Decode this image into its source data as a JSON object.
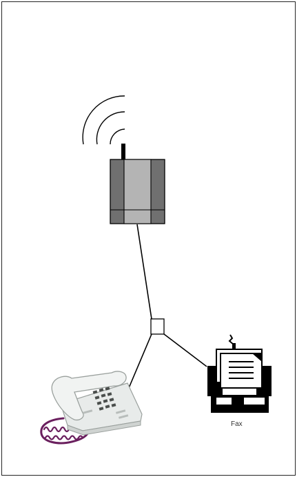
{
  "diagram": {
    "nodes": [
      {
        "id": "wireless-base-station",
        "icon": "radio-base-station-icon"
      },
      {
        "id": "junction-box",
        "icon": "junction-box-icon"
      },
      {
        "id": "telephone",
        "icon": "desk-telephone-icon"
      },
      {
        "id": "fax-machine",
        "icon": "fax-machine-icon",
        "label": "Fax"
      }
    ],
    "links": [
      {
        "from": "wireless-base-station",
        "to": "junction-box"
      },
      {
        "from": "junction-box",
        "to": "telephone"
      },
      {
        "from": "junction-box",
        "to": "fax-machine"
      }
    ],
    "colors": {
      "base_station_dark": "#707070",
      "base_station_light": "#b4b4b4",
      "telephone_body": "#e8ebea",
      "telephone_cord": "#6a1f5e",
      "line": "#000000"
    }
  }
}
